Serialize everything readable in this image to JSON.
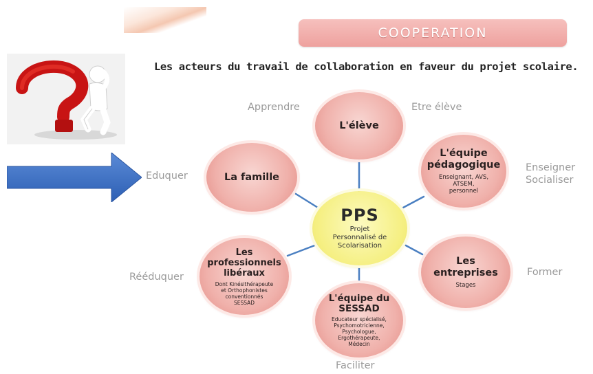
{
  "header": {
    "title": "COOPERATION"
  },
  "subtitle": "Les acteurs du travail de collaboration en faveur du projet scolaire.",
  "center": {
    "title": "PPS",
    "subtitle": [
      "Projet",
      "Personnalisé de",
      "Scolarisation"
    ]
  },
  "nodes": {
    "eleve": {
      "title": "L'élève"
    },
    "famille": {
      "title": "La famille"
    },
    "equipe_peda": {
      "title": [
        "L'équipe",
        "pédagogique"
      ],
      "subtitle": [
        "Enseignant, AVS,",
        "ATSEM,",
        "personnel"
      ]
    },
    "professionnels": {
      "title": [
        "Les",
        "professionnels",
        "libéraux"
      ],
      "subtitle": [
        "Dont Kinésithérapeute",
        "et Orthophonistes",
        "conventionnés",
        "SESSAD"
      ]
    },
    "entreprises": {
      "title": [
        "Les",
        "entreprises"
      ],
      "subtitle": [
        "Stages"
      ]
    },
    "sessad": {
      "title": [
        "L'équipe du",
        "SESSAD"
      ],
      "subtitle": [
        "Educateur spécialisé,",
        "Psychomotricienne,",
        "Psychologue,",
        "Ergothérapeute,",
        "Médecin"
      ]
    }
  },
  "verbs": {
    "apprendre": "Apprendre",
    "etre_eleve": "Etre élève",
    "eduquer": "Eduquer",
    "enseigner": "Enseigner",
    "socialiser": "Socialiser",
    "reeduquer": "Rééduquer",
    "former": "Former",
    "faciliter": "Faciliter"
  },
  "colors": {
    "node_pink": "#f0b1ab",
    "center_yellow": "#f5ef80",
    "connector_blue": "#4a7fc1",
    "arrow_blue": "#3f6fc0",
    "banner": "#eea19e"
  },
  "icons": {
    "figure": "question-mark-figure",
    "arrow": "right-arrow-icon"
  }
}
